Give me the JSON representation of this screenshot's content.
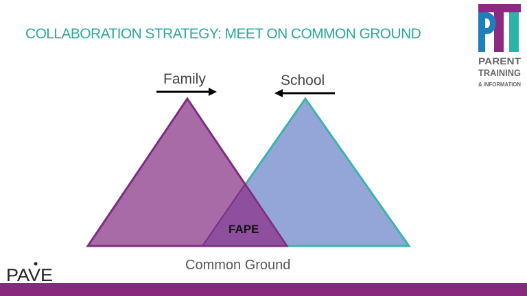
{
  "slide": {
    "title": "COLLABORATION STRATEGY: MEET ON COMMON GROUND",
    "family_label": "Family",
    "school_label": "School",
    "overlap_label": "FAPE",
    "base_label": "Common Ground"
  },
  "logos": {
    "top_right": "PTI PARENT TRAINING & INFORMATION",
    "bottom_left": "PAVE"
  },
  "colors": {
    "title": "#2aa79b",
    "family_fill": "#a96ba8",
    "family_stroke": "#7b2e80",
    "school_fill": "#94a6d7",
    "school_stroke": "#3bb3aa",
    "overlap_fill": "#8f4f9f",
    "bar": "#88297d"
  }
}
